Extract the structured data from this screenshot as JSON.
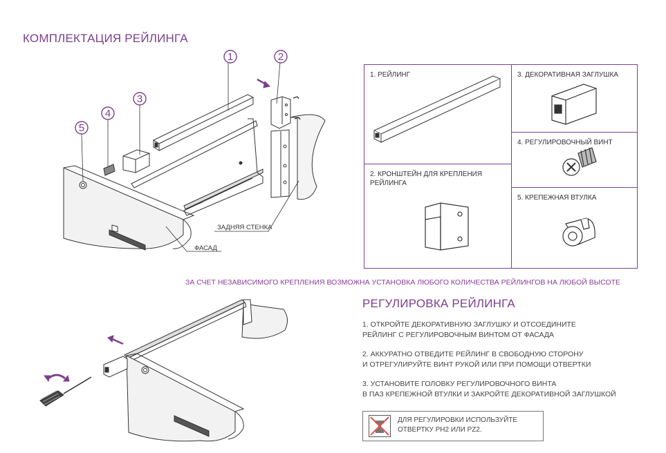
{
  "section1": {
    "title": "КОМПЛЕКТАЦИЯ РЕЙЛИНГА"
  },
  "diagram1": {
    "callouts": [
      "1",
      "2",
      "3",
      "4",
      "5"
    ],
    "label_back": "ЗАДНЯЯ СТЕНКА",
    "label_front": "ФАСАД"
  },
  "parts": [
    {
      "label": "1. РЕЙЛИНГ"
    },
    {
      "label": "2. КРОНШТЕЙН ДЛЯ КРЕПЛЕНИЯ РЕЙЛИНГА"
    },
    {
      "label": "3. ДЕКОРАТИВНАЯ ЗАГЛУШКА"
    },
    {
      "label": "4. РЕГУЛИРОВОЧНЫЙ ВИНТ"
    },
    {
      "label": "5. КРЕПЕЖНАЯ ВТУЛКА"
    }
  ],
  "notice": "ЗА СЧЕТ НЕЗАВИСИМОГО КРЕПЛЕНИЯ ВОЗМОЖНА УСТАНОВКА ЛЮБОГО КОЛИЧЕСТВА РЕЙЛИНГОВ НА ЛЮБОЙ ВЫСОТЕ",
  "section2": {
    "title": "РЕГУЛИРОВКА РЕЙЛИНГА",
    "steps": [
      {
        "line1": "1. ОТКРОЙТЕ ДЕКОРАТИВНУЮ ЗАГЛУШКУ И ОТСОЕДИНИТЕ",
        "line2": "РЕЙЛИНГ С РЕГУЛИРОВОЧНЫМ ВИНТОМ ОТ ФАСАДА"
      },
      {
        "line1": "2. АККУРАТНО ОТВЕДИТЕ РЕЙЛИНГ В СВОБОДНУЮ СТОРОНУ",
        "line2": "И ОТРЕГУЛИРУЙТЕ ВИНТ РУКОЙ ИЛИ ПРИ ПОМОЩИ ОТВЕРТКИ"
      },
      {
        "line1": "3. УСТАНОВИТЕ ГОЛОВКУ РЕГУЛИРОВОЧНОГО ВИНТА",
        "line2": "В ПАЗ КРЕПЕЖНОЙ ВТУЛКИ И ЗАКРОЙТЕ ДЕКОРАТИВНОЙ ЗАГЛУШКОЙ"
      }
    ],
    "note_line1": "ДЛЯ РЕГУЛИРОВКИ ИСПОЛЬЗУЙТЕ",
    "note_line2": "ОТВЕРТКУ PH2 ИЛИ PZ2."
  },
  "colors": {
    "accent": "#7b3f8c",
    "line": "#333333"
  },
  "icons": [
    "no-screwdriver-icon",
    "rotate-arrow-icon",
    "direction-arrow-icon"
  ]
}
